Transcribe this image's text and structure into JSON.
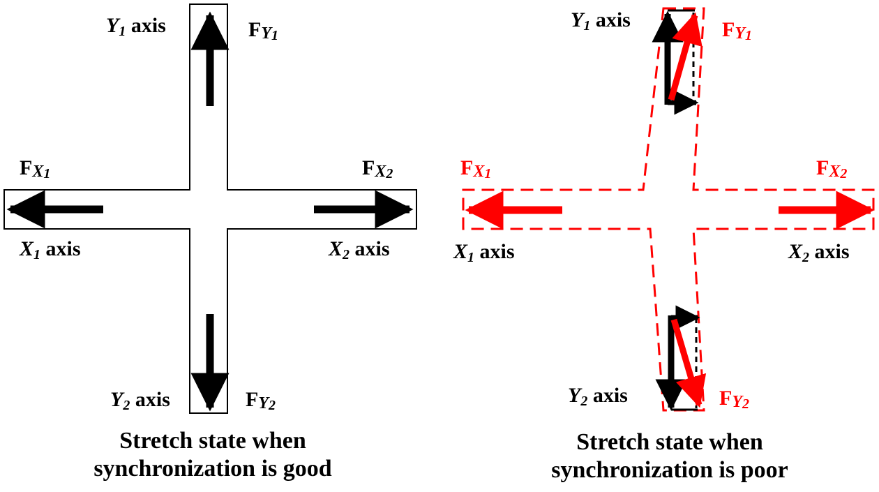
{
  "left_panel": {
    "labels": {
      "y1_axis": {
        "var": "Y",
        "sub": "1",
        "word": "axis"
      },
      "fy1": {
        "F": "F",
        "var": "Y",
        "sub": "1"
      },
      "fx1": {
        "F": "F",
        "var": "X",
        "sub": "1"
      },
      "fx2": {
        "F": "F",
        "var": "X",
        "sub": "2"
      },
      "x1_axis": {
        "var": "X",
        "sub": "1",
        "word": "axis"
      },
      "x2_axis": {
        "var": "X",
        "sub": "2",
        "word": "axis"
      },
      "y2_axis": {
        "var": "Y",
        "sub": "2",
        "word": "axis"
      },
      "fy2": {
        "F": "F",
        "var": "Y",
        "sub": "2"
      }
    },
    "caption_line1": "Stretch state when",
    "caption_line2": "synchronization is good"
  },
  "right_panel": {
    "labels": {
      "y1_axis": {
        "var": "Y",
        "sub": "1",
        "word": "axis"
      },
      "fy1": {
        "F": "F",
        "var": "Y",
        "sub": "1"
      },
      "fx1": {
        "F": "F",
        "var": "X",
        "sub": "1"
      },
      "fx2": {
        "F": "F",
        "var": "X",
        "sub": "2"
      },
      "x1_axis": {
        "var": "X",
        "sub": "1",
        "word": "axis"
      },
      "x2_axis": {
        "var": "X",
        "sub": "2",
        "word": "axis"
      },
      "y2_axis": {
        "var": "Y",
        "sub": "2",
        "word": "axis"
      },
      "fy2": {
        "F": "F",
        "var": "Y",
        "sub": "2"
      }
    },
    "caption_line1": "Stretch state when",
    "caption_line2": "synchronization is poor"
  },
  "colors": {
    "ink": "#000000",
    "highlight": "#ff0000"
  }
}
